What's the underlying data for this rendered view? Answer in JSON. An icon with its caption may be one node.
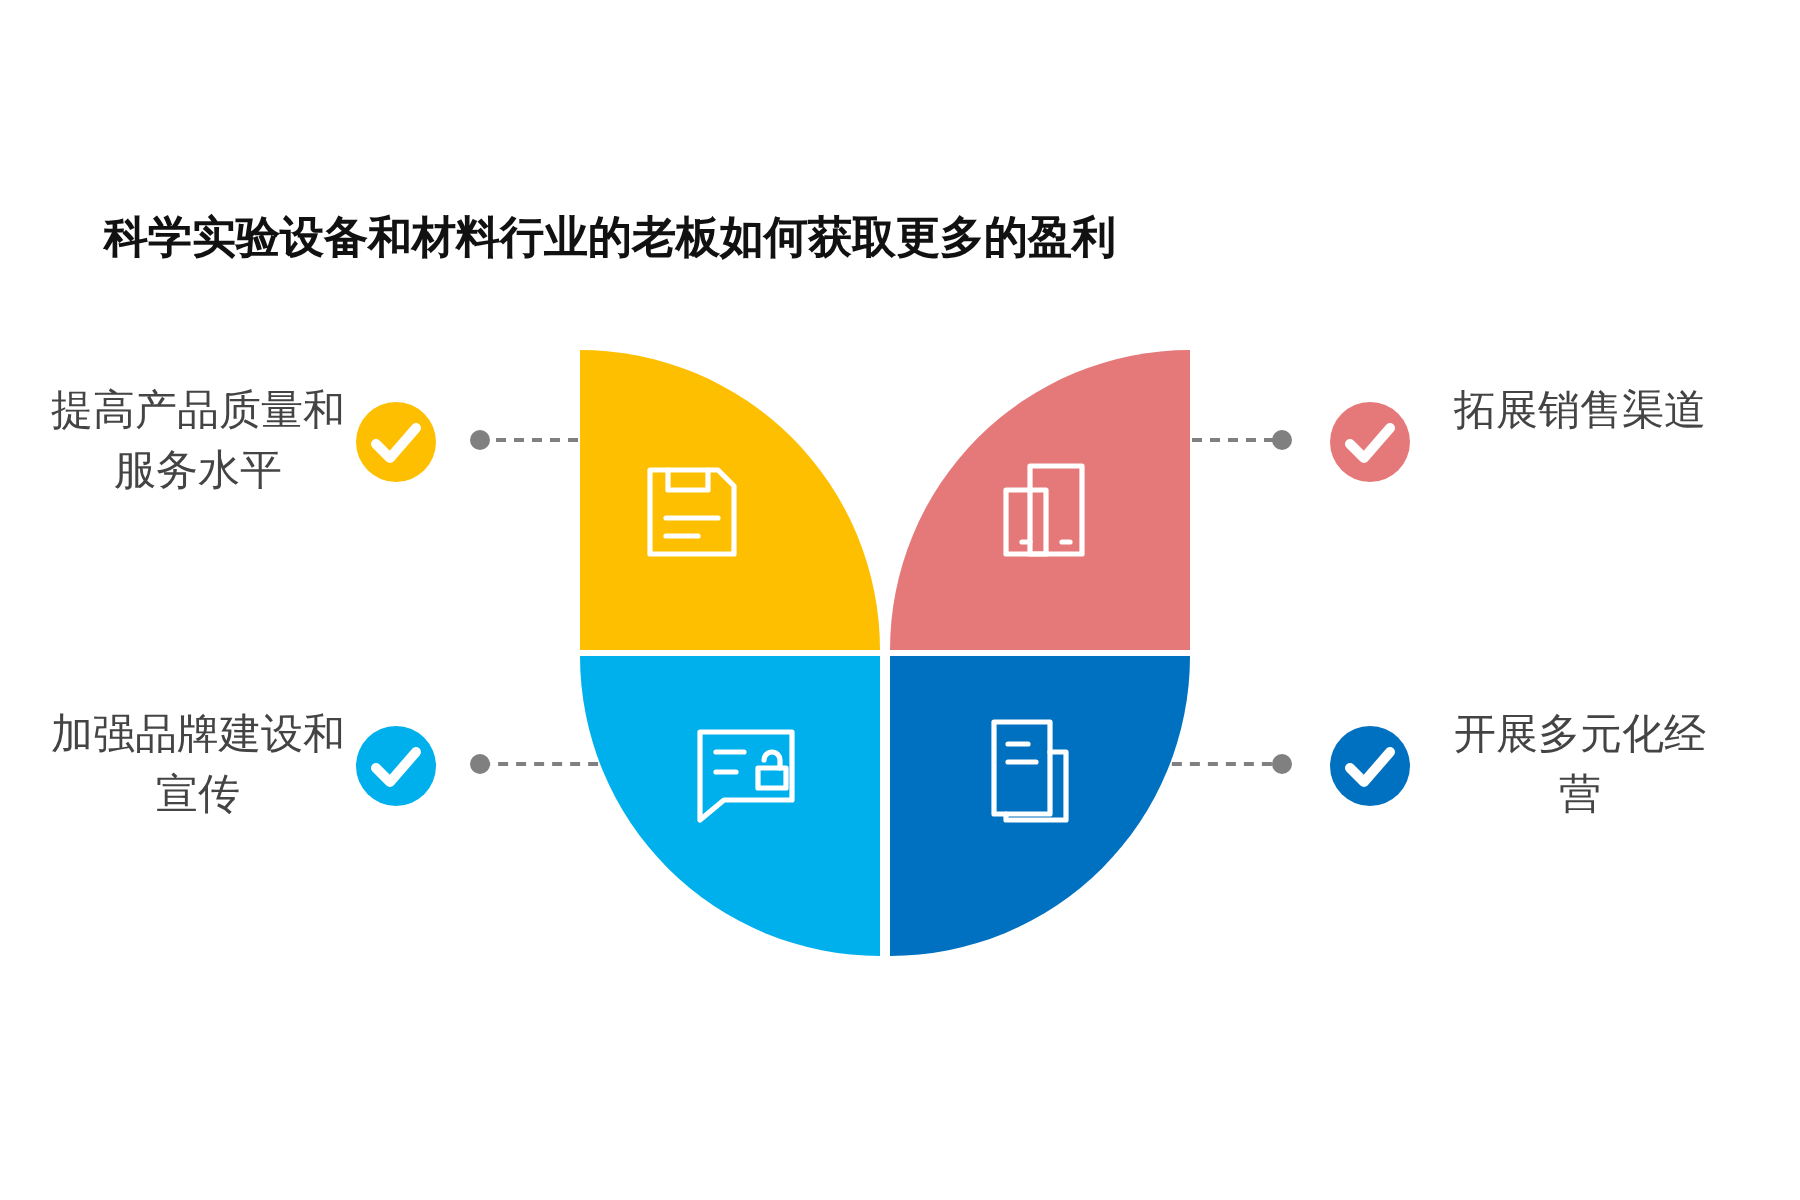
{
  "diagram": {
    "title": "科学实验设备和材料行业的老板如何获取更多的盈利",
    "nodes": [
      {
        "text": [
          "提高产品质量和服务水平"
        ]
      },
      {
        "text": [],
        "shape": "quadrant"
      },
      {
        "text": [],
        "shape": "quadrant"
      },
      {
        "text": [
          "拓展销售渠道"
        ]
      },
      {
        "text": [
          "加强品牌建设和宣传"
        ]
      },
      {
        "text": [],
        "shape": "quadrant"
      },
      {
        "text": [],
        "shape": "quadrant"
      },
      {
        "text": [
          "开展多元化经营"
        ]
      }
    ],
    "edges": [
      {
        "from": 1,
        "to": 0,
        "arrow": "other",
        "style": "dashed"
      },
      {
        "from": 2,
        "to": 3,
        "arrow": "other",
        "style": "dashed"
      },
      {
        "from": 5,
        "to": 4,
        "arrow": "other",
        "style": "dashed"
      },
      {
        "from": 6,
        "to": 7,
        "arrow": "other",
        "style": "dashed"
      }
    ]
  }
}
